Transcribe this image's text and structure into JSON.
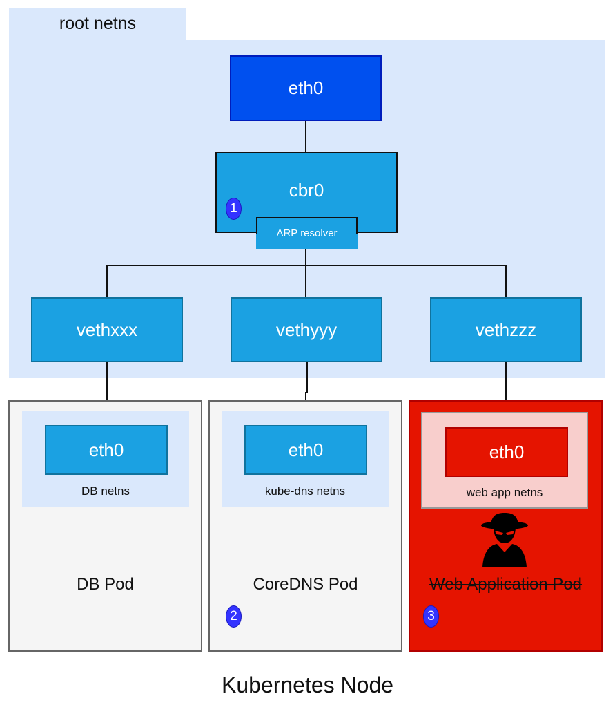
{
  "root": {
    "label": "root netns"
  },
  "host": {
    "eth0_label": "eth0"
  },
  "bridge": {
    "label": "cbr0",
    "arp_label": "ARP resolver",
    "badge": "1"
  },
  "veths": [
    {
      "label": "vethxxx"
    },
    {
      "label": "vethyyy"
    },
    {
      "label": "vethzzz"
    }
  ],
  "pods": [
    {
      "label": "DB Pod",
      "netns_label": "DB netns",
      "eth0_label": "eth0",
      "badge": ""
    },
    {
      "label": "CoreDNS Pod",
      "netns_label": "kube-dns netns",
      "eth0_label": "eth0",
      "badge": "2"
    },
    {
      "label": "Web Application Pod",
      "netns_label": "web app netns",
      "eth0_label": "eth0",
      "badge": "3"
    }
  ],
  "node": {
    "label": "Kubernetes Node"
  },
  "colors": {
    "root_bg": "#dae8fc",
    "host_eth0": "#0050ef",
    "bridge": "#1ba1e2",
    "pod_bg": "#f5f5f5",
    "compromised_pod": "#e51400",
    "compromised_netns": "#f8cecc",
    "badge": "#3333ff"
  },
  "icons": {
    "attacker": "hacker-spy-icon"
  }
}
